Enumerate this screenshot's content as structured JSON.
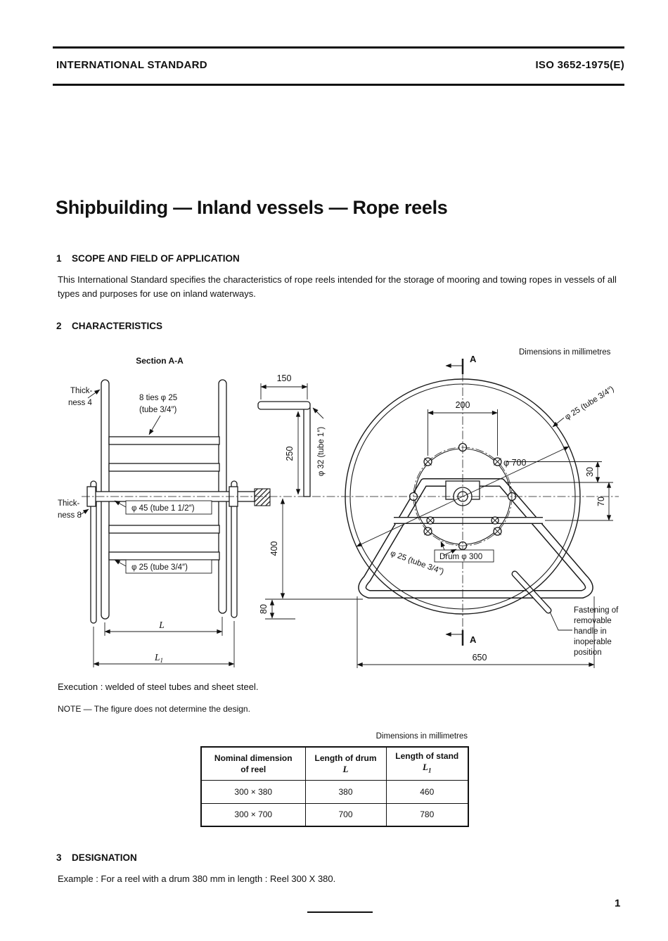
{
  "header": {
    "left": "INTERNATIONAL STANDARD",
    "right": "ISO 3652-1975(E)"
  },
  "title": "Shipbuilding — Inland vessels — Rope reels",
  "sections": {
    "s1_num": "1",
    "s1_text": "SCOPE AND FIELD OF APPLICATION",
    "s1_body": "This International Standard specifies the characteristics of rope reels intended for the storage of mooring and towing ropes in vessels of all types and purposes for use on inland waterways.",
    "s2_num": "2",
    "s2_text": "CHARACTERISTICS",
    "s3_num": "3",
    "s3_text": "DESIGNATION",
    "s3_example": "Example : For a reel with a drum 380 mm in length : Reel 300 X 380."
  },
  "figure": {
    "dims_note": "Dimensions in millimetres",
    "section_label": "Section A-A",
    "thickness4_1": "Thick-",
    "thickness4_2": "ness 4",
    "ties_1": "8 ties φ 25",
    "ties_2": "(tube 3/4″)",
    "dim_150": "150",
    "dim_250": "250",
    "tube32": "φ 32 (tube 1″)",
    "thickness8_1": "Thick-",
    "thickness8_2": "ness 8",
    "tube45": "φ 45 (tube 1 1/2″)",
    "dim_400": "400",
    "tube25_left": "φ 25 (tube 3/4″)",
    "dim_80": "80",
    "dim_L": "L",
    "sub_1": "1",
    "letter_A": "A",
    "dim_200": "200",
    "tube25_rim": "φ 25 (tube 3/4″)",
    "dia700": "φ 700",
    "dim_30": "30",
    "dim_70": "70",
    "drum": "Drum φ 300",
    "tube25_front": "φ 25 (tube 3/4″)",
    "fastening_1": "Fastening of",
    "fastening_2": "removable",
    "fastening_3": "handle in",
    "fastening_4": "inoperable",
    "fastening_5": "position",
    "dim_650": "650"
  },
  "notes": {
    "execution": "Execution : welded of steel tubes and sheet steel.",
    "design_note": "NOTE — The figure does not determine the design."
  },
  "table": {
    "dims_note": "Dimensions in millimetres",
    "h1a": "Nominal dimension",
    "h1b": "of reel",
    "h2a": "Length of drum",
    "h2b": "L",
    "h3a": "Length of stand",
    "h3b": "L",
    "h3sub": "1",
    "r1c1": "300 × 380",
    "r1c2": "380",
    "r1c3": "460",
    "r2c1": "300 × 700",
    "r2c2": "700",
    "r2c3": "780"
  },
  "page_number": "1"
}
